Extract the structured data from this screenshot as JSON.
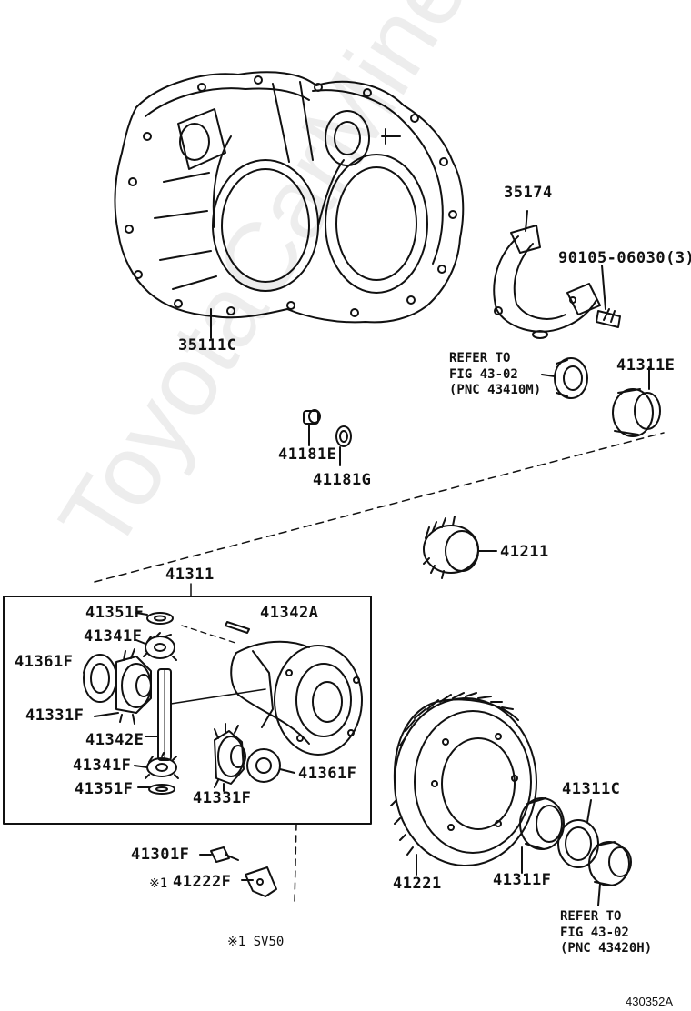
{
  "watermark": "ToyotaCarMine.ru",
  "parts": {
    "p35111C": "35111C",
    "p35174": "35174",
    "p90105": "90105-06030(3)",
    "p41311E": "41311E",
    "p41181E": "41181E",
    "p41181G": "41181G",
    "p41211": "41211",
    "p41311": "41311",
    "p41351F_a": "41351F",
    "p41342A": "41342A",
    "p41341F_a": "41341F",
    "p41361F_a": "41361F",
    "p41331F_a": "41331F",
    "p41342E": "41342E",
    "p41341F_b": "41341F",
    "p41351F_b": "41351F",
    "p41331F_b": "41331F",
    "p41361F_b": "41361F",
    "p41301F": "41301F",
    "p41222F": "41222F",
    "p41221": "41221",
    "p41311F": "41311F",
    "p41311C": "41311C"
  },
  "refs": {
    "ref_top": "REFER TO\nFIG 43-02\n(PNC 43410M)",
    "ref_bottom": "REFER TO\nFIG 43-02\n(PNC 43420H)"
  },
  "footnote": {
    "mark": "※1",
    "note": "※1 SV50"
  },
  "diagram_code": "430352A"
}
